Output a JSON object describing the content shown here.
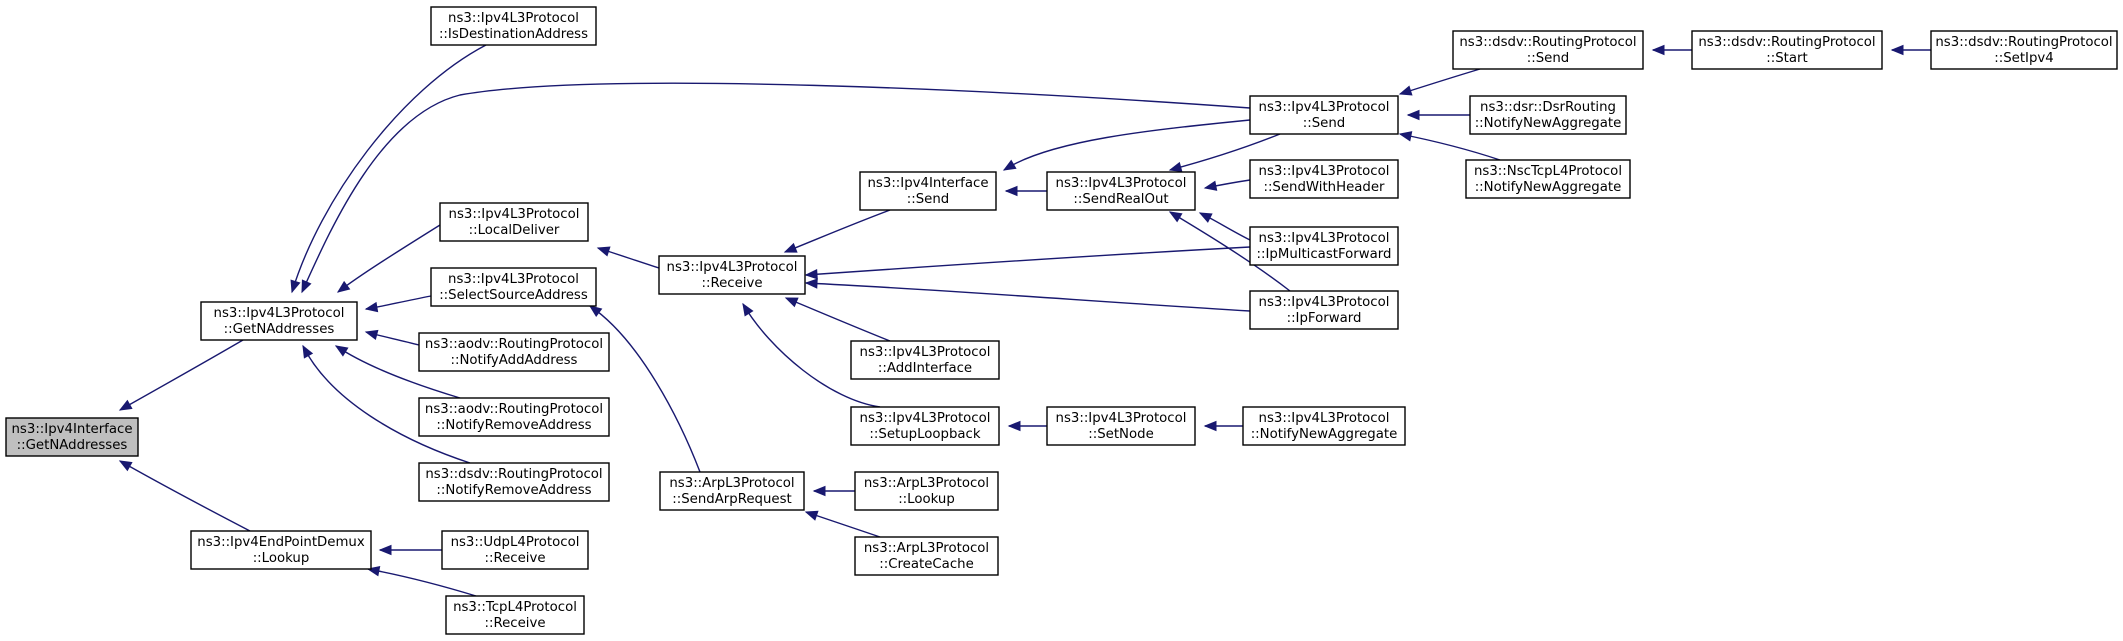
{
  "nodes": [
    {
      "id": "root",
      "line1": "ns3::Ipv4Interface",
      "line2": "::GetNAddresses"
    },
    {
      "id": "getn",
      "line1": "ns3::Ipv4L3Protocol",
      "line2": "::GetNAddresses"
    },
    {
      "id": "epdemux",
      "line1": "ns3::Ipv4EndPointDemux",
      "line2": "::Lookup"
    },
    {
      "id": "isdest",
      "line1": "ns3::Ipv4L3Protocol",
      "line2": "::IsDestinationAddress"
    },
    {
      "id": "localdeliver",
      "line1": "ns3::Ipv4L3Protocol",
      "line2": "::LocalDeliver"
    },
    {
      "id": "selectsrc",
      "line1": "ns3::Ipv4L3Protocol",
      "line2": "::SelectSourceAddress"
    },
    {
      "id": "aodvadd",
      "line1": "ns3::aodv::RoutingProtocol",
      "line2": "::NotifyAddAddress"
    },
    {
      "id": "aodvrem",
      "line1": "ns3::aodv::RoutingProtocol",
      "line2": "::NotifyRemoveAddress"
    },
    {
      "id": "dsdvrem",
      "line1": "ns3::dsdv::RoutingProtocol",
      "line2": "::NotifyRemoveAddress"
    },
    {
      "id": "udprecv",
      "line1": "ns3::UdpL4Protocol",
      "line2": "::Receive"
    },
    {
      "id": "tcprecv",
      "line1": "ns3::TcpL4Protocol",
      "line2": "::Receive"
    },
    {
      "id": "receive",
      "line1": "ns3::Ipv4L3Protocol",
      "line2": "::Receive"
    },
    {
      "id": "arpsend",
      "line1": "ns3::ArpL3Protocol",
      "line2": "::SendArpRequest"
    },
    {
      "id": "ifsend",
      "line1": "ns3::Ipv4Interface",
      "line2": "::Send"
    },
    {
      "id": "addif",
      "line1": "ns3::Ipv4L3Protocol",
      "line2": "::AddInterface"
    },
    {
      "id": "setuplo",
      "line1": "ns3::Ipv4L3Protocol",
      "line2": "::SetupLoopback"
    },
    {
      "id": "arplookup",
      "line1": "ns3::ArpL3Protocol",
      "line2": "::Lookup"
    },
    {
      "id": "arpcache",
      "line1": "ns3::ArpL3Protocol",
      "line2": "::CreateCache"
    },
    {
      "id": "sendrealout",
      "line1": "ns3::Ipv4L3Protocol",
      "line2": "::SendRealOut"
    },
    {
      "id": "setnode",
      "line1": "ns3::Ipv4L3Protocol",
      "line2": "::SetNode"
    },
    {
      "id": "l3send",
      "line1": "ns3::Ipv4L3Protocol",
      "line2": "::Send"
    },
    {
      "id": "sendhdr",
      "line1": "ns3::Ipv4L3Protocol",
      "line2": "::SendWithHeader"
    },
    {
      "id": "mcast",
      "line1": "ns3::Ipv4L3Protocol",
      "line2": "::IpMulticastForward"
    },
    {
      "id": "ipfwd",
      "line1": "ns3::Ipv4L3Protocol",
      "line2": "::IpForward"
    },
    {
      "id": "notifyagg1",
      "line1": "ns3::Ipv4L3Protocol",
      "line2": "::NotifyNewAggregate"
    },
    {
      "id": "dsdvsend",
      "line1": "ns3::dsdv::RoutingProtocol",
      "line2": "::Send"
    },
    {
      "id": "dsrnotify",
      "line1": "ns3::dsr::DsrRouting",
      "line2": "::NotifyNewAggregate"
    },
    {
      "id": "nscnotify",
      "line1": "ns3::NscTcpL4Protocol",
      "line2": "::NotifyNewAggregate"
    },
    {
      "id": "dsdvstart",
      "line1": "ns3::dsdv::RoutingProtocol",
      "line2": "::Start"
    },
    {
      "id": "dsdvsetipv4",
      "line1": "ns3::dsdv::RoutingProtocol",
      "line2": "::SetIpv4"
    }
  ],
  "edges": [
    {
      "from": "getn",
      "to": "root"
    },
    {
      "from": "epdemux",
      "to": "root"
    },
    {
      "from": "isdest",
      "to": "getn"
    },
    {
      "from": "l3send",
      "to": "getn"
    },
    {
      "from": "localdeliver",
      "to": "getn"
    },
    {
      "from": "selectsrc",
      "to": "getn"
    },
    {
      "from": "aodvadd",
      "to": "getn"
    },
    {
      "from": "aodvrem",
      "to": "getn"
    },
    {
      "from": "dsdvrem",
      "to": "getn"
    },
    {
      "from": "udprecv",
      "to": "epdemux"
    },
    {
      "from": "tcprecv",
      "to": "epdemux"
    },
    {
      "from": "receive",
      "to": "localdeliver"
    },
    {
      "from": "arpsend",
      "to": "selectsrc"
    },
    {
      "from": "ifsend",
      "to": "receive"
    },
    {
      "from": "mcast",
      "to": "receive"
    },
    {
      "from": "ipfwd",
      "to": "receive"
    },
    {
      "from": "addif",
      "to": "receive"
    },
    {
      "from": "setuplo",
      "to": "receive"
    },
    {
      "from": "arplookup",
      "to": "arpsend"
    },
    {
      "from": "arpcache",
      "to": "arpsend"
    },
    {
      "from": "l3send",
      "to": "ifsend"
    },
    {
      "from": "sendrealout",
      "to": "ifsend"
    },
    {
      "from": "setnode",
      "to": "setuplo"
    },
    {
      "from": "l3send",
      "to": "sendrealout"
    },
    {
      "from": "sendhdr",
      "to": "sendrealout"
    },
    {
      "from": "mcast",
      "to": "sendrealout"
    },
    {
      "from": "ipfwd",
      "to": "sendrealout"
    },
    {
      "from": "notifyagg1",
      "to": "setnode"
    },
    {
      "from": "dsdvsend",
      "to": "l3send"
    },
    {
      "from": "dsrnotify",
      "to": "l3send"
    },
    {
      "from": "nscnotify",
      "to": "l3send"
    },
    {
      "from": "dsdvstart",
      "to": "dsdvsend"
    },
    {
      "from": "dsdvsetipv4",
      "to": "dsdvstart"
    }
  ]
}
